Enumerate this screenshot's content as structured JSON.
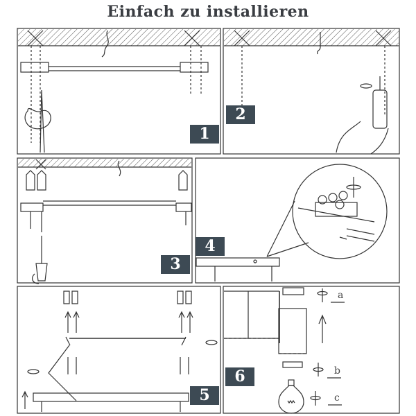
{
  "title": "Einfach zu installieren",
  "steps": [
    {
      "number": "1"
    },
    {
      "number": "2"
    },
    {
      "number": "3"
    },
    {
      "number": "4"
    },
    {
      "number": "5"
    },
    {
      "number": "6"
    }
  ],
  "step6_labels": {
    "a": "a",
    "b": "b",
    "c": "c"
  },
  "colors": {
    "badge": "#3d4a54",
    "line": "#333333"
  }
}
